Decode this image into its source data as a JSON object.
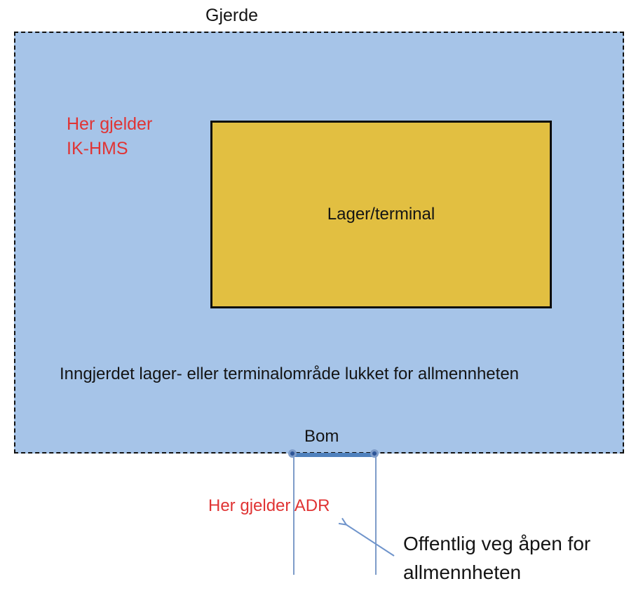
{
  "diagram": {
    "fence_label": "Gjerde",
    "ikhms_label": "Her gjelder\nIK-HMS",
    "warehouse_label": "Lager/terminal",
    "enclosed_area_label": "Inngjerdet  lager- eller terminalområde lukket for allmennheten",
    "gate_label": "Bom",
    "adr_label": "Her gjelder ADR",
    "public_road_label": "Offentlig veg åpen for\nallmennheten",
    "colors": {
      "area_fill": "#A6C4E8",
      "warehouse_fill": "#E2BF41",
      "warning_red": "#E03434",
      "gate_blue": "#4F81BD",
      "road_blue": "#7E9CC9",
      "node_blue": "#2E5597"
    }
  }
}
